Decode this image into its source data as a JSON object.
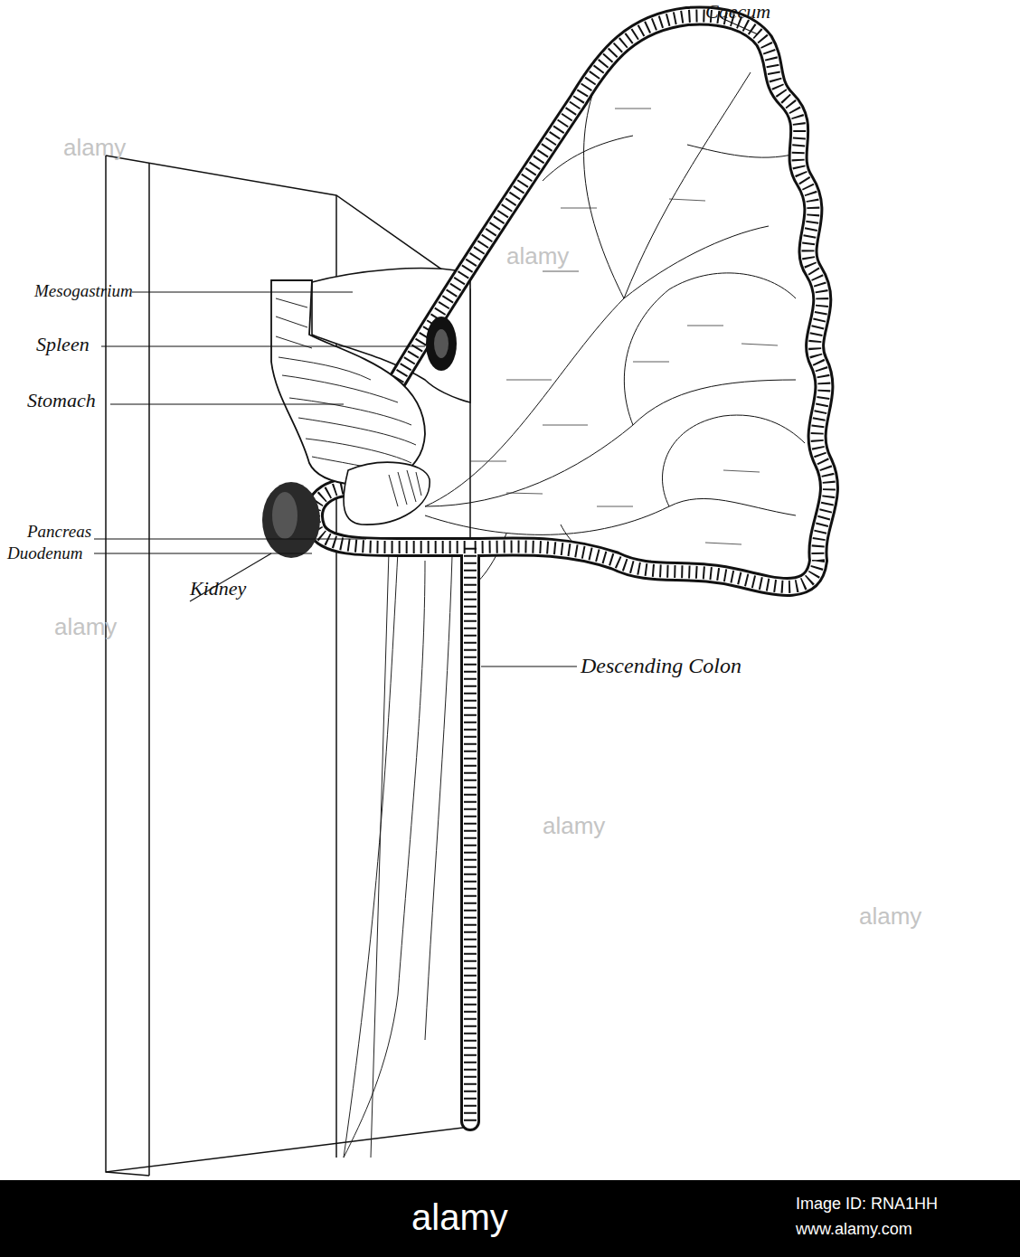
{
  "diagram": {
    "labels": [
      "Caecum",
      "Mesogastrium",
      "Spleen",
      "Stomach",
      "Pancreas",
      "Duodenum",
      "Kidney",
      "Descending Colon",
      "alamy",
      "alamy",
      "alamy",
      "alamy",
      "alamy",
      "alamy",
      "Image ID: RNA1HH",
      "www.alamy.com"
    ]
  }
}
